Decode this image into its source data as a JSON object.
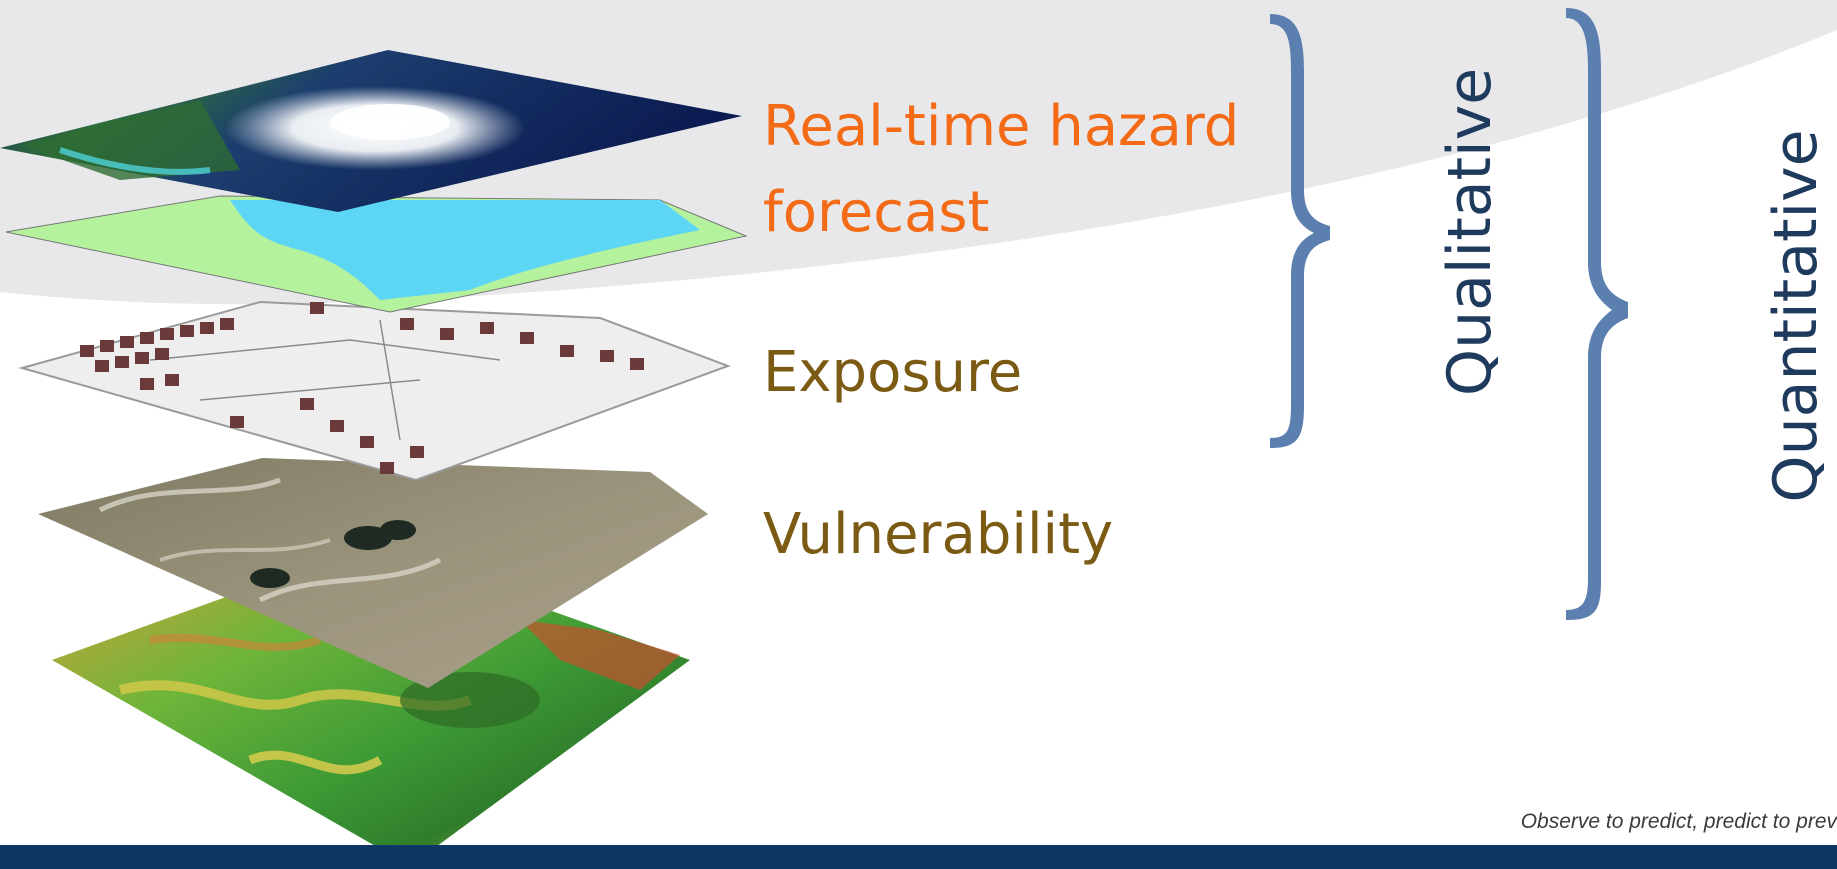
{
  "layers": {
    "hazard": "Real-time hazard forecast",
    "hazard_line1": "Real-time hazard",
    "hazard_line2": "forecast",
    "exposure": "Exposure",
    "vulnerability": "Vulnerability"
  },
  "brackets": {
    "qualitative": "Qualitative",
    "quantitative": "Quantitative"
  },
  "footer": {
    "tagline": "Observe to predict, predict to prev"
  },
  "colors": {
    "hazard_text": "#f46b17",
    "layer_text": "#7b5a13",
    "bracket_fill": "#5b7fae",
    "bracket_text": "#1e3a5c",
    "footer_bar": "#0e3764",
    "background_swoosh": "#e8e8ea"
  },
  "layer_images": [
    "hurricane-satellite-image",
    "flood-extent-map",
    "building-footprints-3d",
    "aerial-photo",
    "elevation-terrain-map"
  ]
}
